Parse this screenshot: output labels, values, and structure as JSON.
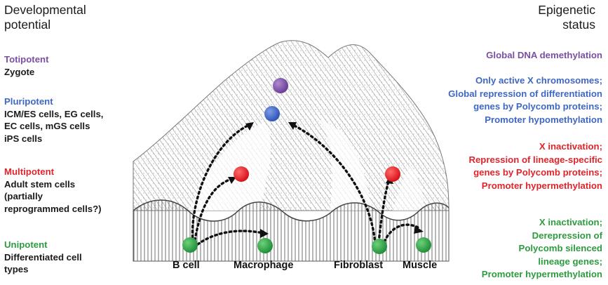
{
  "header": {
    "left_line1": "Developmental",
    "left_line2": "potential",
    "right_line1": "Epigenetic",
    "right_line2": "status"
  },
  "potency_levels": [
    {
      "title": "Totipotent",
      "color": "#7a4fa3",
      "lines": [
        "Zygote"
      ]
    },
    {
      "title": "Pluripotent",
      "color": "#3f67c4",
      "lines": [
        "ICM/ES cells, EG cells,",
        "EC cells, mGS cells",
        "iPS cells"
      ]
    },
    {
      "title": "Multipotent",
      "color": "#e0242b",
      "lines": [
        "Adult stem cells",
        "(partially",
        "reprogrammed cells?)"
      ]
    },
    {
      "title": "Unipotent",
      "color": "#2e9b3e",
      "lines": [
        "Differentiated cell",
        "types"
      ]
    }
  ],
  "epigenetic_status": [
    {
      "color": "#7a4fa3",
      "lines": [
        "Global DNA demethylation"
      ]
    },
    {
      "color": "#3f67c4",
      "lines": [
        "Only active X chromosomes;",
        "Global repression of differentiation",
        "genes by Polycomb proteins;",
        "Promoter hypomethylation"
      ]
    },
    {
      "color": "#e0242b",
      "lines": [
        "X inactivation;",
        "Repression of lineage-specific",
        "genes by Polycomb proteins;",
        "Promoter hypermethylation"
      ]
    },
    {
      "color": "#2e9b3e",
      "lines": [
        "X inactivation;",
        "Derepression of",
        "Polycomb silenced",
        "lineage genes;",
        "Promoter hypermethylation"
      ]
    }
  ],
  "cell_types": [
    "B cell",
    "Macrophage",
    "Fibroblast",
    "Muscle"
  ]
}
